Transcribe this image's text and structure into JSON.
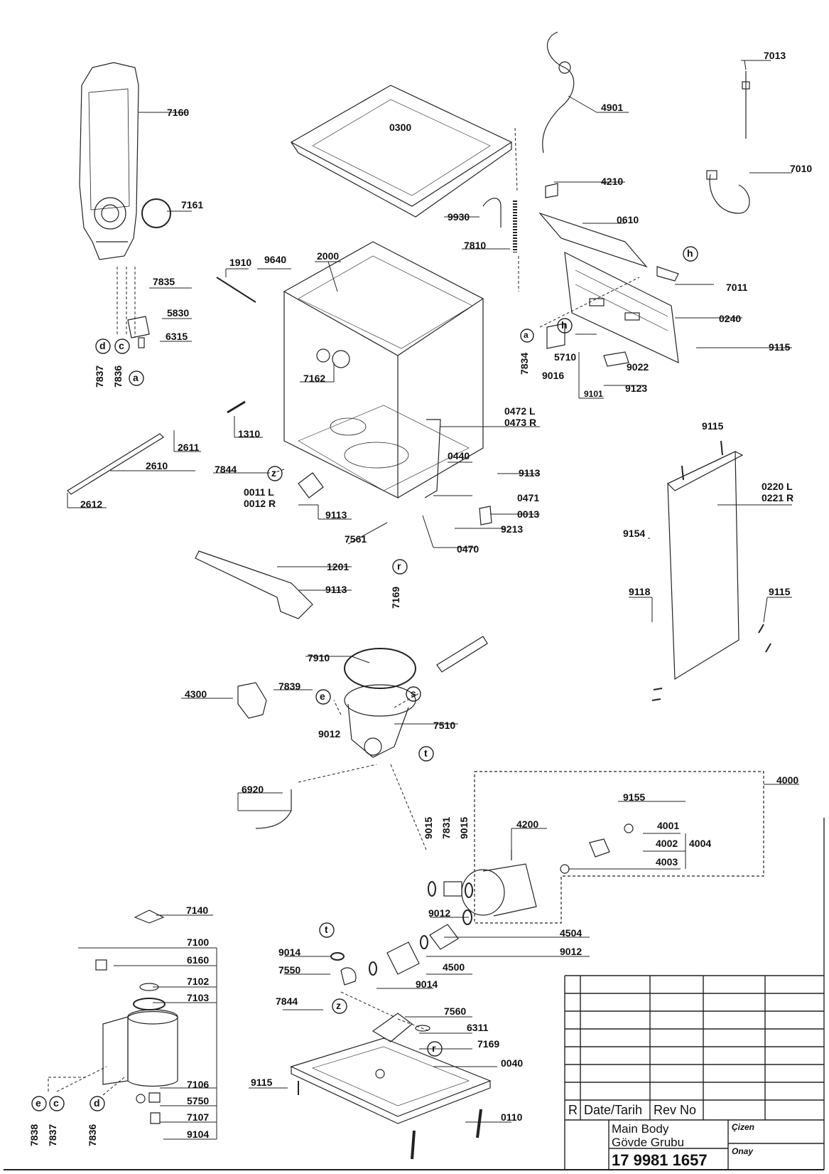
{
  "part_labels": {
    "p7013": "7013",
    "p7160": "7160",
    "p4901": "4901",
    "p0300": "0300",
    "p7010": "7010",
    "p4210": "4210",
    "p7161": "7161",
    "p9930": "9930",
    "p0610": "0610",
    "p7810": "7810",
    "p1910": "1910",
    "p9640": "9640",
    "p2000": "2000",
    "p7835": "7835",
    "p7011": "7011",
    "p5830": "5830",
    "p0240": "0240",
    "p6315": "6315",
    "p9115a": "9115",
    "p5710": "5710",
    "p9016": "9016",
    "p9022": "9022",
    "p7162": "7162",
    "p9123": "9123",
    "p9101": "9101",
    "p0472L": "0472 L",
    "p0473R": "0473 R",
    "p9115b": "9115",
    "p1310": "1310",
    "p2611": "2611",
    "p0440": "0440",
    "p2610": "2610",
    "p0220L": "0220 L",
    "p0221R": "0221 R",
    "p7844a": "7844",
    "p9113a": "9113",
    "p0011L": "0011 L",
    "p0012R": "0012 R",
    "p0471": "0471",
    "p2612": "2612",
    "p9113b": "9113",
    "p0013": "0013",
    "p9154": "9154",
    "p9213": "9213",
    "p7561": "7561",
    "p0470": "0470",
    "p1201": "1201",
    "p9113c": "9113",
    "p9118": "9118",
    "p9115c": "9115",
    "p7910": "7910",
    "p4300": "4300",
    "p7839": "7839",
    "p7510": "7510",
    "p9012a": "9012",
    "p4000": "4000",
    "p6920": "6920",
    "p9155": "9155",
    "p4200": "4200",
    "p4001": "4001",
    "p4002": "4002",
    "p4004": "4004",
    "p4003": "4003",
    "p7140": "7140",
    "p9012b": "9012",
    "p7100": "7100",
    "p4504": "4504",
    "p9014a": "9014",
    "p9012c": "9012",
    "p6160": "6160",
    "p4500": "4500",
    "p7550": "7550",
    "p7102": "7102",
    "p9014b": "9014",
    "p7103": "7103",
    "p7844b": "7844",
    "p7560": "7560",
    "p6311": "6311",
    "p7169a": "7169",
    "p0040": "0040",
    "p9115d": "9115",
    "p7106": "7106",
    "p5750": "5750",
    "p7107": "7107",
    "p0110": "0110",
    "p9104": "9104"
  },
  "vertical_labels": {
    "v7837a": "7837",
    "v7836a": "7836",
    "v7834": "7834",
    "v7169": "7169",
    "v9015a": "9015",
    "v7831": "7831",
    "v9015b": "9015",
    "v7838": "7838",
    "v7837b": "7837",
    "v7836b": "7836"
  },
  "connector_letters": {
    "c_d1": "d",
    "c_c1": "c",
    "c_a1": "a",
    "c_a2": "a",
    "c_h1": "h",
    "c_h2": "h",
    "c_z1": "z",
    "c_r1": "r",
    "c_e1": "e",
    "c_s1": "s",
    "c_t1": "t",
    "c_t2": "t",
    "c_z2": "z",
    "c_r2": "r",
    "c_e2": "e",
    "c_c2": "c",
    "c_d2": "d"
  },
  "title_block": {
    "rev_letter": "R",
    "date_header": "Date/Tarih",
    "rev_header": "Rev No",
    "title_line1": "Main Body",
    "title_line2": "Gövde Grubu",
    "drawn_label": "Çizen",
    "approved_label": "Onay",
    "drawing_number": "17 9981 1657"
  }
}
